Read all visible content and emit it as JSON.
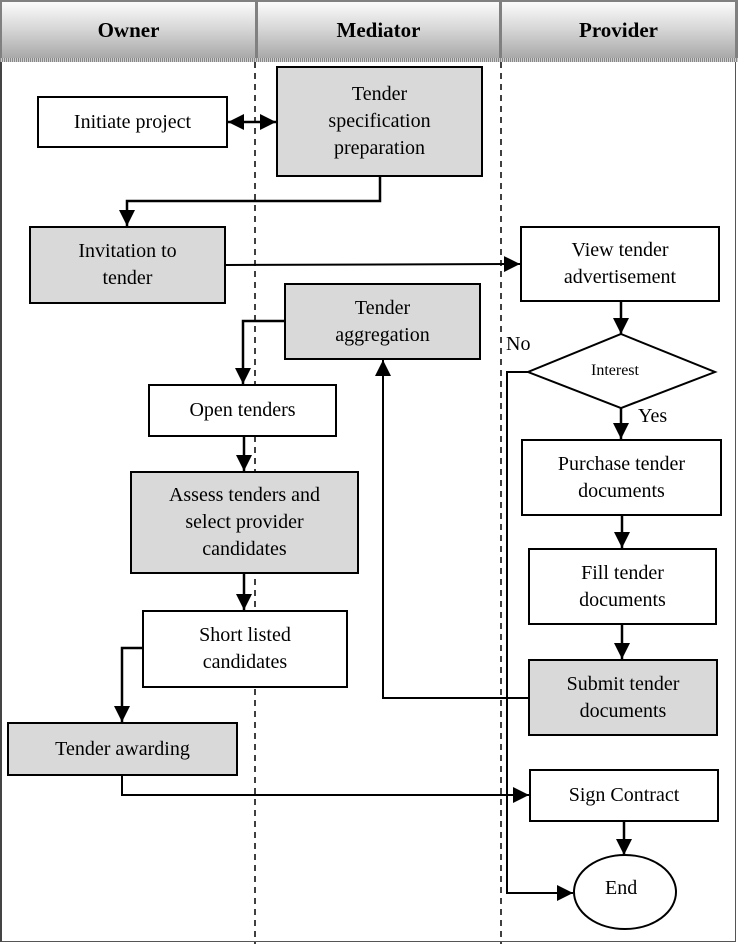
{
  "lanes": [
    {
      "name": "Owner"
    },
    {
      "name": "Mediator"
    },
    {
      "name": "Provider"
    }
  ],
  "colors": {
    "shaded_box": "#d9d9d9",
    "header_gradient_top": "#fbfbfb",
    "header_gradient_bottom": "#a9a9a9",
    "line": "#000000"
  },
  "nodes": {
    "initiate_project": "Initiate project",
    "tender_spec": "Tender\nspecification\npreparation",
    "invitation": "Invitation to\ntender",
    "view_ad": "View tender\nadvertisement",
    "aggregation": "Tender\naggregation",
    "interest": "Interest",
    "open_tenders": "Open tenders",
    "purchase_docs": "Purchase tender\ndocuments",
    "assess": "Assess tenders and\nselect provider\ncandidates",
    "fill_docs": "Fill tender\ndocuments",
    "short_listed": "Short listed\ncandidates",
    "submit_docs": "Submit tender\ndocuments",
    "awarding": "Tender awarding",
    "sign_contract": "Sign Contract",
    "end": "End"
  },
  "edge_labels": {
    "no": "No",
    "yes": "Yes"
  }
}
